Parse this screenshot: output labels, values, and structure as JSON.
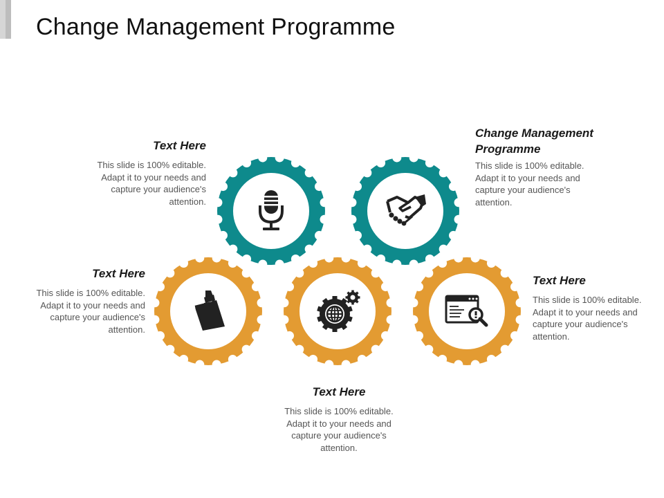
{
  "title": "Change Management Programme",
  "colors": {
    "teal": "#0e8a8c",
    "orange": "#e39b32",
    "icon": "#222222"
  },
  "gears": [
    {
      "id": "microphone",
      "color": "teal",
      "icon": "microphone-icon"
    },
    {
      "id": "handshake",
      "color": "teal",
      "icon": "handshake-icon"
    },
    {
      "id": "pen",
      "color": "orange",
      "icon": "pen-icon"
    },
    {
      "id": "globe-gear",
      "color": "orange",
      "icon": "globe-gear-icon"
    },
    {
      "id": "browser-search",
      "color": "orange",
      "icon": "browser-search-icon"
    }
  ],
  "blocks": {
    "top_left": {
      "heading": "Text Here",
      "body": "This slide is 100% editable. Adapt it to your needs and capture your audience's attention."
    },
    "top_right": {
      "heading": "Change Management Programme",
      "body": "This slide is 100% editable. Adapt it to your needs and capture your audience's attention."
    },
    "mid_left": {
      "heading": "Text Here",
      "body": "This slide is 100% editable. Adapt it to your needs and capture your audience's attention."
    },
    "mid_right": {
      "heading": "Text Here",
      "body": "This slide is 100% editable. Adapt it to your needs and capture your audience's attention."
    },
    "bottom": {
      "heading": "Text Here",
      "body": "This slide is 100% editable. Adapt it to your needs and capture your audience's attention."
    }
  }
}
